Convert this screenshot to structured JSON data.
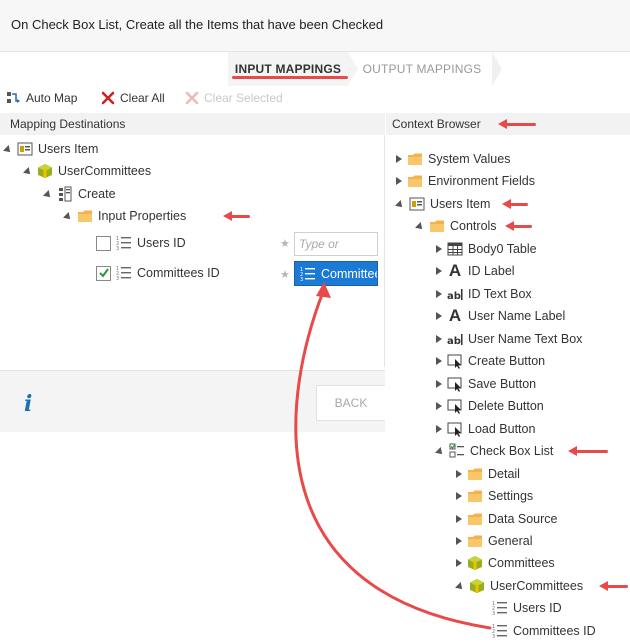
{
  "header": {
    "title": "On Check Box List, Create all the Items that have been Checked"
  },
  "tabs": {
    "input": "INPUT MAPPINGS",
    "output": "OUTPUT MAPPINGS"
  },
  "toolbar": {
    "auto_map": "Auto Map",
    "clear_all": "Clear All",
    "clear_selected": "Clear Selected"
  },
  "sections": {
    "mapping_destinations": "Mapping Destinations",
    "context_browser": "Context Browser"
  },
  "left_tree": {
    "users_item": "Users Item",
    "user_committees": "UserCommittees",
    "create": "Create",
    "input_properties": "Input Properties",
    "users_id": "Users ID",
    "committees_id": "Committees ID",
    "users_id_placeholder": "Type or",
    "committees_id_value": "Committees ID"
  },
  "footer": {
    "back": "BACK"
  },
  "right_tree": {
    "system_values": "System Values",
    "environment_fields": "Environment Fields",
    "users_item": "Users Item",
    "controls": "Controls",
    "body0_table": "Body0 Table",
    "id_label": "ID Label",
    "id_text_box": "ID Text Box",
    "user_name_label": "User Name Label",
    "user_name_text_box": "User Name Text Box",
    "create_button": "Create Button",
    "save_button": "Save Button",
    "delete_button": "Delete Button",
    "load_button": "Load Button",
    "check_box_list": "Check Box List",
    "detail": "Detail",
    "settings": "Settings",
    "data_source": "Data Source",
    "general": "General",
    "committees": "Committees",
    "user_committees": "UserCommittees",
    "users_id": "Users ID",
    "committees_id": "Committees ID"
  },
  "checkboxes": {
    "users_id_checked": false,
    "committees_id_checked": true
  },
  "colors": {
    "annotation_red": "#e84a4a",
    "selection_blue": "#1a7ad6",
    "folder_orange": "#f5b24a",
    "entity_green": "#8a9c1a"
  }
}
